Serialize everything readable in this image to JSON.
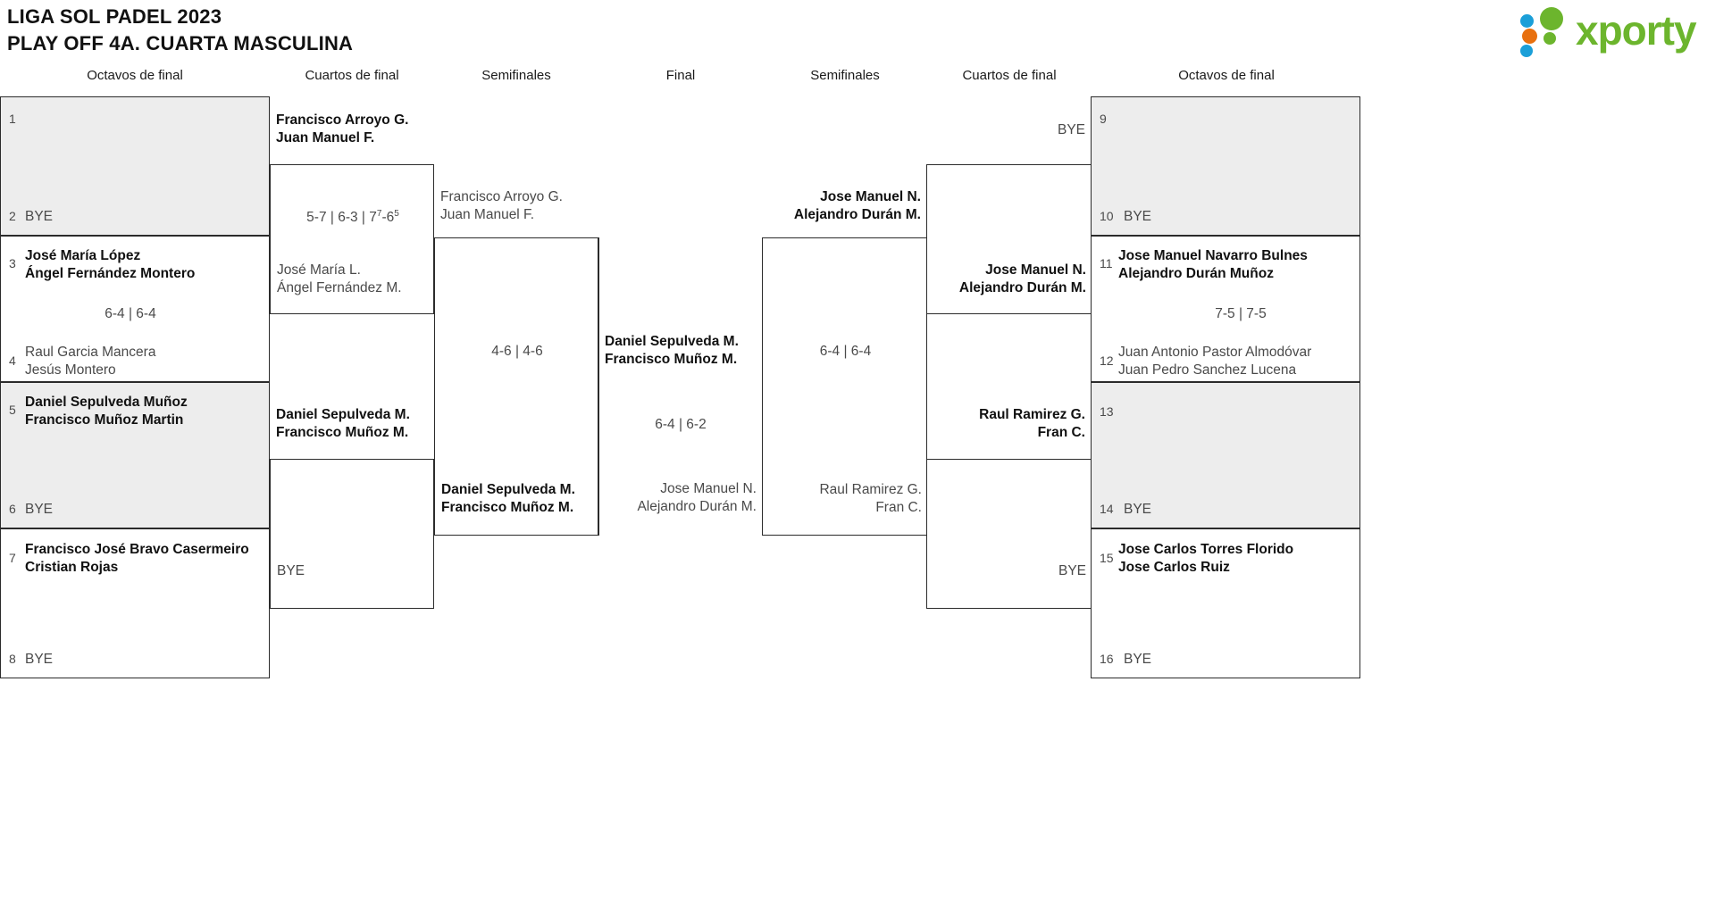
{
  "header": {
    "title_line1": "LIGA SOL PADEL 2023",
    "title_line2": "PLAY OFF 4A. CUARTA MASCULINA",
    "logo_text": "xporty",
    "logo_colors": {
      "green": "#6cb52d",
      "blue": "#1b9fd8",
      "orange": "#e8700f"
    }
  },
  "round_headers": {
    "left_octavos": "Octavos de final",
    "left_cuartos": "Cuartos de final",
    "left_semis": "Semifinales",
    "final": "Final",
    "right_semis": "Semifinales",
    "right_cuartos": "Cuartos de final",
    "right_octavos": "Octavos de final"
  },
  "labels": {
    "bye": "BYE"
  },
  "left_octavos": [
    {
      "seed_top": "1",
      "team_top": "",
      "seed_bottom": "2",
      "team_bottom": "BYE",
      "score": "",
      "shaded": true,
      "winner": "none"
    },
    {
      "seed_top": "3",
      "team_top_l1": "José María López",
      "team_top_l2": "Ángel Fernández Montero",
      "seed_bottom": "4",
      "team_bottom_l1": "Raul Garcia Mancera",
      "team_bottom_l2": "Jesús Montero",
      "score": "6-4 | 6-4",
      "shaded": false,
      "winner": "top"
    },
    {
      "seed_top": "5",
      "team_top_l1": "Daniel Sepulveda Muñoz",
      "team_top_l2": "Francisco Muñoz Martin",
      "seed_bottom": "6",
      "team_bottom": "BYE",
      "score": "",
      "shaded": true,
      "winner": "top"
    },
    {
      "seed_top": "7",
      "team_top_l1": "Francisco José Bravo Casermeiro",
      "team_top_l2": "Cristian Rojas",
      "seed_bottom": "8",
      "team_bottom": "BYE",
      "score": "",
      "shaded": false,
      "winner": "top"
    }
  ],
  "left_cuartos": [
    {
      "top_l1": "Francisco Arroyo G.",
      "top_l2": "Juan Manuel F.",
      "bottom_l1": "José María L.",
      "bottom_l2": "Ángel Fernández M.",
      "score_pre": "5-7 | 6-3 | 7",
      "score_sup1": "7",
      "score_mid": "-6",
      "score_sup2": "5",
      "winner": "top"
    },
    {
      "top_l1": "Daniel Sepulveda M.",
      "top_l2": "Francisco Muñoz M.",
      "bottom_l1": "BYE",
      "bottom_l2": "",
      "score": "",
      "winner": "top"
    }
  ],
  "left_semis": [
    {
      "top_l1": "Francisco Arroyo G.",
      "top_l2": "Juan Manuel F.",
      "bottom_l1": "Daniel Sepulveda M.",
      "bottom_l2": "Francisco Muñoz M.",
      "score": "4-6 | 4-6",
      "winner": "bottom"
    }
  ],
  "final": {
    "top_l1": "Daniel Sepulveda M.",
    "top_l2": "Francisco Muñoz M.",
    "bottom_l1": "Jose Manuel N.",
    "bottom_l2": "Alejandro Durán M.",
    "score": "6-4 | 6-2",
    "winner": "top"
  },
  "right_semis": [
    {
      "top_l1": "Jose Manuel N.",
      "top_l2": "Alejandro Durán M.",
      "bottom_l1": "Raul Ramirez G.",
      "bottom_l2": "Fran C.",
      "score": "6-4 | 6-4",
      "winner": "top"
    }
  ],
  "right_cuartos": [
    {
      "top_l1": "BYE",
      "top_l2": "",
      "bottom_l1": "Jose Manuel N.",
      "bottom_l2": "Alejandro Durán M.",
      "score": "",
      "winner": "bottom"
    },
    {
      "top_l1": "Raul Ramirez G.",
      "top_l2": "Fran C.",
      "bottom_l1": "BYE",
      "bottom_l2": "",
      "score": "",
      "winner": "top"
    }
  ],
  "right_octavos": [
    {
      "seed_top": "9",
      "team_top": "",
      "seed_bottom": "10",
      "team_bottom": "BYE",
      "score": "",
      "shaded": true,
      "winner": "none"
    },
    {
      "seed_top": "11",
      "team_top_l1": "Jose Manuel Navarro Bulnes",
      "team_top_l2": "Alejandro Durán Muñoz",
      "seed_bottom": "12",
      "team_bottom_l1": "Juan Antonio Pastor Almodóvar",
      "team_bottom_l2": "Juan Pedro Sanchez Lucena",
      "score": "7-5 | 7-5",
      "shaded": false,
      "winner": "top"
    },
    {
      "seed_top": "13",
      "team_top": "",
      "seed_bottom": "14",
      "team_bottom": "BYE",
      "score": "",
      "shaded": true,
      "winner": "none"
    },
    {
      "seed_top": "15",
      "team_top_l1": "Jose Carlos Torres Florido",
      "team_top_l2": "Jose Carlos Ruiz",
      "seed_bottom": "16",
      "team_bottom": "BYE",
      "score": "",
      "shaded": false,
      "winner": "top"
    }
  ]
}
